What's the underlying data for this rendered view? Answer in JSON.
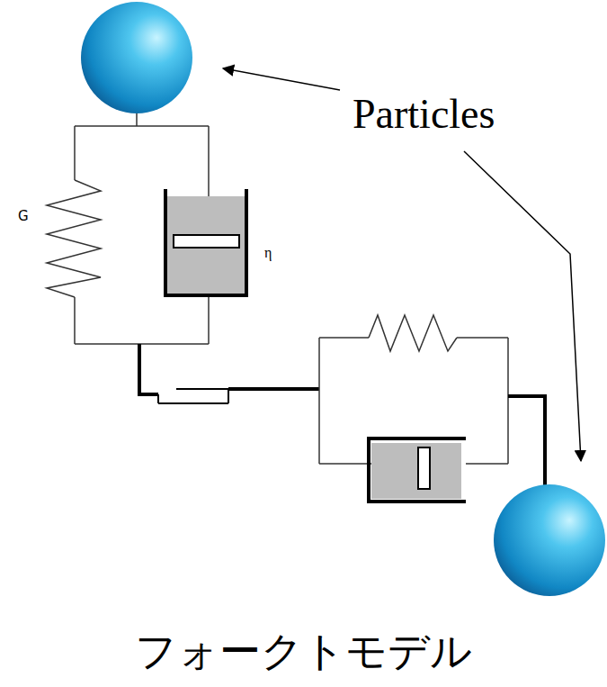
{
  "diagram": {
    "caption": "フォークトモデル",
    "labels": [
      "Particles",
      "G",
      "η"
    ]
  }
}
